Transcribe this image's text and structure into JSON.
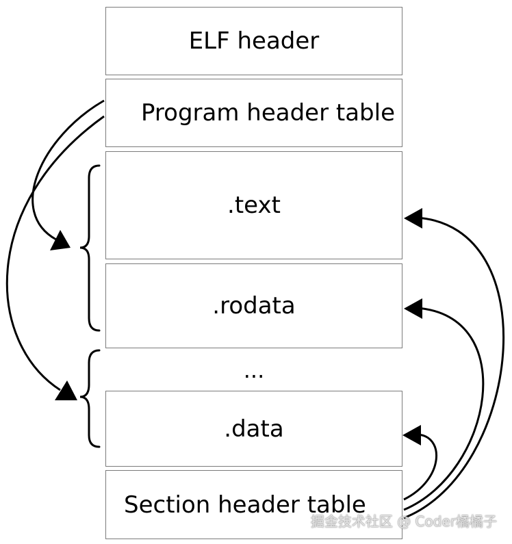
{
  "segments": {
    "elf_header": "ELF header",
    "program_header_table": "Program header table",
    "text": ".text",
    "rodata": ".rodata",
    "ellipsis": "...",
    "data": ".data",
    "section_header_table": "Section header table"
  },
  "watermark": "掘金技术社区 @ Coder橘橘子"
}
